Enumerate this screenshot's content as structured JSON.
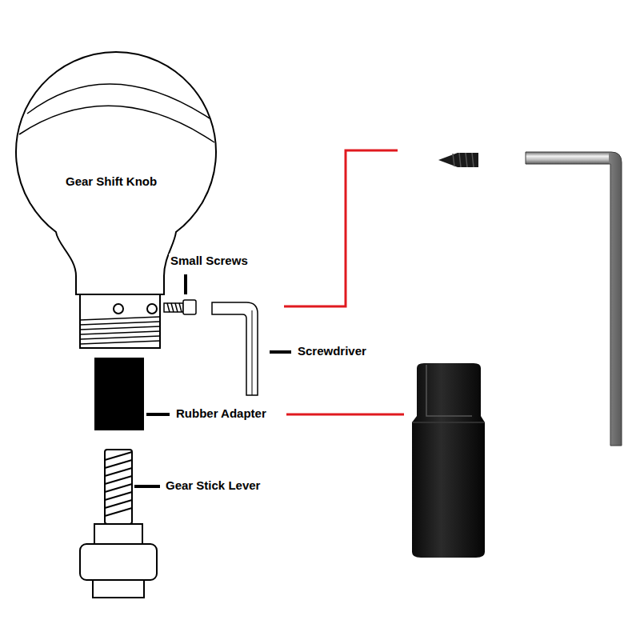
{
  "diagram": {
    "nodes": [
      {
        "text": [
          "Gear Shift Knob"
        ]
      }
    ],
    "labels": [
      "Small Screws",
      "Screwdriver",
      "Rubber Adapter",
      "Gear Stick Lever"
    ]
  }
}
